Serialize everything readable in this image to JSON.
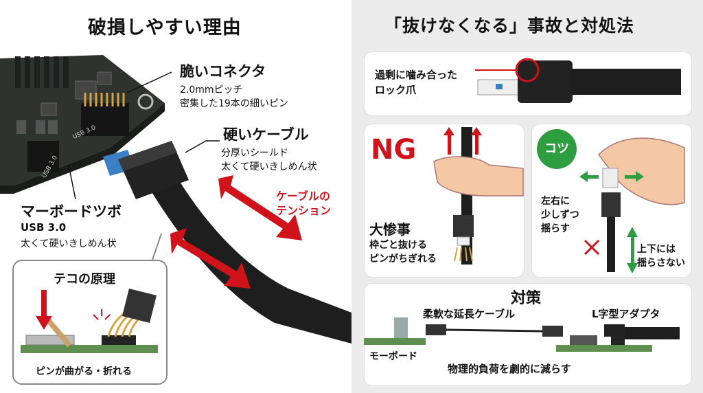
{
  "left": {
    "title": "破損しやすい理由",
    "connector": {
      "title": "脆いコネクタ",
      "line1": "2.0mmピッチ",
      "line2": "密集した19本の細いピン"
    },
    "cable": {
      "title": "硬いケーブル",
      "line1": "分厚いシールド",
      "line2": "太くて硬いきしめん状"
    },
    "tension": {
      "line1": "ケーブルの",
      "line2": "テンション"
    },
    "motherboard": {
      "title": "マーボードツボ",
      "line1": "USB 3.0",
      "line2": "太くて硬いきしめん状"
    },
    "header_label_1": "USB 3.0",
    "header_label_2": "USB 3.0",
    "lever": {
      "title": "テコの原理",
      "caption": "ピンが曲がる・折れる"
    }
  },
  "right": {
    "title": "「抜けなくなる」事故と対処法",
    "lock": {
      "line1": "過剰に噛み合った",
      "line2": "ロック爪"
    },
    "ng": {
      "badge": "NG",
      "title": "大惨事",
      "line1": "枠ごと抜ける",
      "line2": "ピンがちぎれる"
    },
    "tip": {
      "badge": "コツ",
      "left1": "左右に",
      "left2": "少しずつ",
      "left3": "揺らす",
      "right1": "上下には",
      "right2": "揺らさない"
    },
    "fix": {
      "title": "対策",
      "ext": "柔軟な延長ケーブル",
      "adapter": "L字型アダプタ",
      "mb": "モーボード",
      "caption": "物理的負荷を劇的に減らす"
    }
  },
  "colors": {
    "accent_red": "#d0121b",
    "ok_green": "#2e9d3f",
    "panel_bg": "#ececec",
    "pcb_green": "#5f8f4e"
  }
}
